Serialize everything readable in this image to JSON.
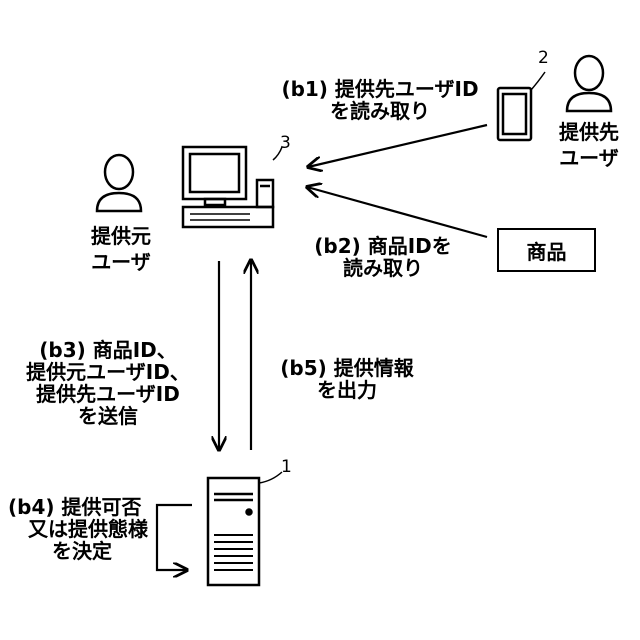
{
  "actors": {
    "provider": {
      "lines": [
        "提供元",
        "ユーザ"
      ]
    },
    "recipient": {
      "lines": [
        "提供先",
        "ユーザ"
      ]
    }
  },
  "product_box": {
    "label": "商品"
  },
  "reference_numbers": {
    "server": "1",
    "terminal": "2",
    "pos": "3"
  },
  "steps": {
    "b1": {
      "lines": [
        "(b1) 提供先ユーザID",
        "を読み取り"
      ]
    },
    "b2": {
      "lines": [
        "(b2) 商品IDを",
        "読み取り"
      ]
    },
    "b3": {
      "lines": [
        "(b3) 商品ID、",
        "提供元ユーザID、",
        "提供先ユーザID",
        "を送信"
      ]
    },
    "b4": {
      "lines": [
        "(b4) 提供可否",
        "又は提供態様",
        "を決定"
      ]
    },
    "b5": {
      "lines": [
        "(b5) 提供情報",
        "を出力"
      ]
    }
  }
}
